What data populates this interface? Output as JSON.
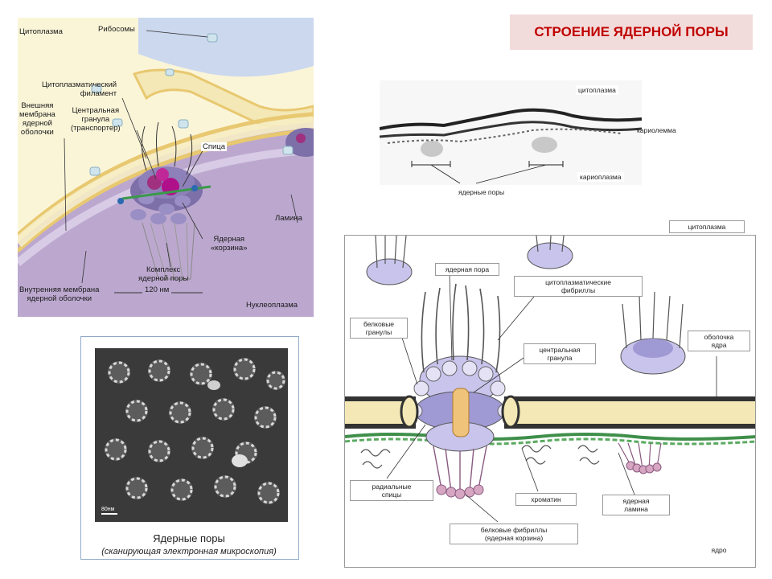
{
  "title": "СТРОЕНИЕ ЯДЕРНОЙ ПОРЫ",
  "top_left_diagram": {
    "labels": {
      "cytoplasm": "Цитоплазма",
      "ribosomes": "Рибосомы",
      "cyto_filament": "Цитоплазматический\nфиламент",
      "central_granule": "Центральная\nгранула\n(транспортер)",
      "spoke": "Спица",
      "outer_membrane": "Внешняя\nмембрана\nядерной\nоболочки",
      "lamina": "Ламина",
      "nuclear_basket": "Ядерная\n«корзина»",
      "pore_complex": "Комплекс\nядерной поры",
      "size": "120 нм",
      "inner_membrane": "Внутренняя мембрана\nядерной оболочки",
      "nucleoplasm": "Нуклеоплазма"
    }
  },
  "micrograph_top": {
    "labels": {
      "cytoplasm": "цитоплазма",
      "karyolemma": "кариолемма",
      "karyoplasm": "кариоплазма",
      "nuclear_pores": "ядерные поры"
    }
  },
  "sem_panel": {
    "scale": "80нм",
    "caption": "Ядерные поры",
    "subcaption": "(сканирующая электронная микроскопия)"
  },
  "main_diagram": {
    "labels": {
      "cytoplasm": "цитоплазма",
      "nuclear_pore": "ядерная пора",
      "cyto_fibrils": "цитоплазматические\nфибриллы",
      "protein_granules": "белковые\nгранулы",
      "central_granule": "центральная\nгранула",
      "envelope": "оболочка\nядра",
      "radial_spokes": "радиальные\nспицы",
      "chromatin": "хроматин",
      "nuclear_lamina": "ядерная\nламина",
      "protein_fibrils": "белковые фибриллы\n(ядерная корзина)",
      "nucleus": "ядро"
    }
  },
  "colors": {
    "title_text": "#c00000",
    "title_bg": "#f2dcdb",
    "membrane": "#f3e8b6",
    "pore_purple": "#9f99d4",
    "lamina_green": "#3f8f4a",
    "basket_pink": "#d6a6c2"
  }
}
